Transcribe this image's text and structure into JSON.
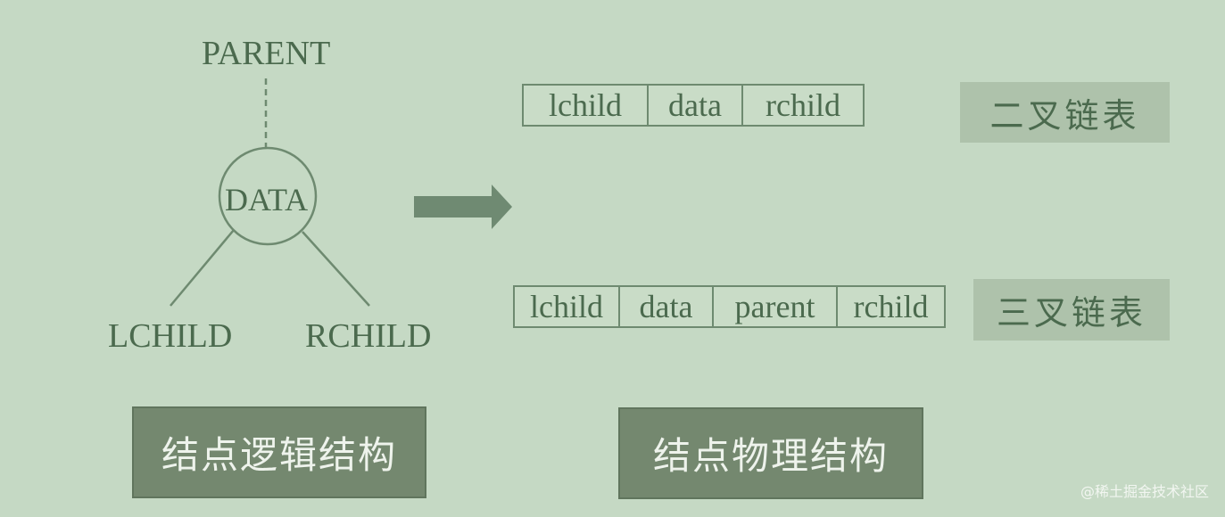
{
  "logical": {
    "parent": "PARENT",
    "data": "DATA",
    "lchild": "LCHILD",
    "rchild": "RCHILD",
    "caption": "结点逻辑结构"
  },
  "physical": {
    "binary": {
      "fields": [
        "lchild",
        "data",
        "rchild"
      ],
      "label": "二叉链表"
    },
    "ternary": {
      "fields": [
        "lchild",
        "data",
        "parent",
        "rchild"
      ],
      "label": "三叉链表"
    },
    "caption": "结点物理结构"
  },
  "watermark": "@稀土掘金技术社区",
  "colors": {
    "background": "#c5d9c4",
    "line": "#6e8a70",
    "arrow": "#6f8a72",
    "caption_box": "#74886f",
    "tag_box": "#aec2ab"
  }
}
